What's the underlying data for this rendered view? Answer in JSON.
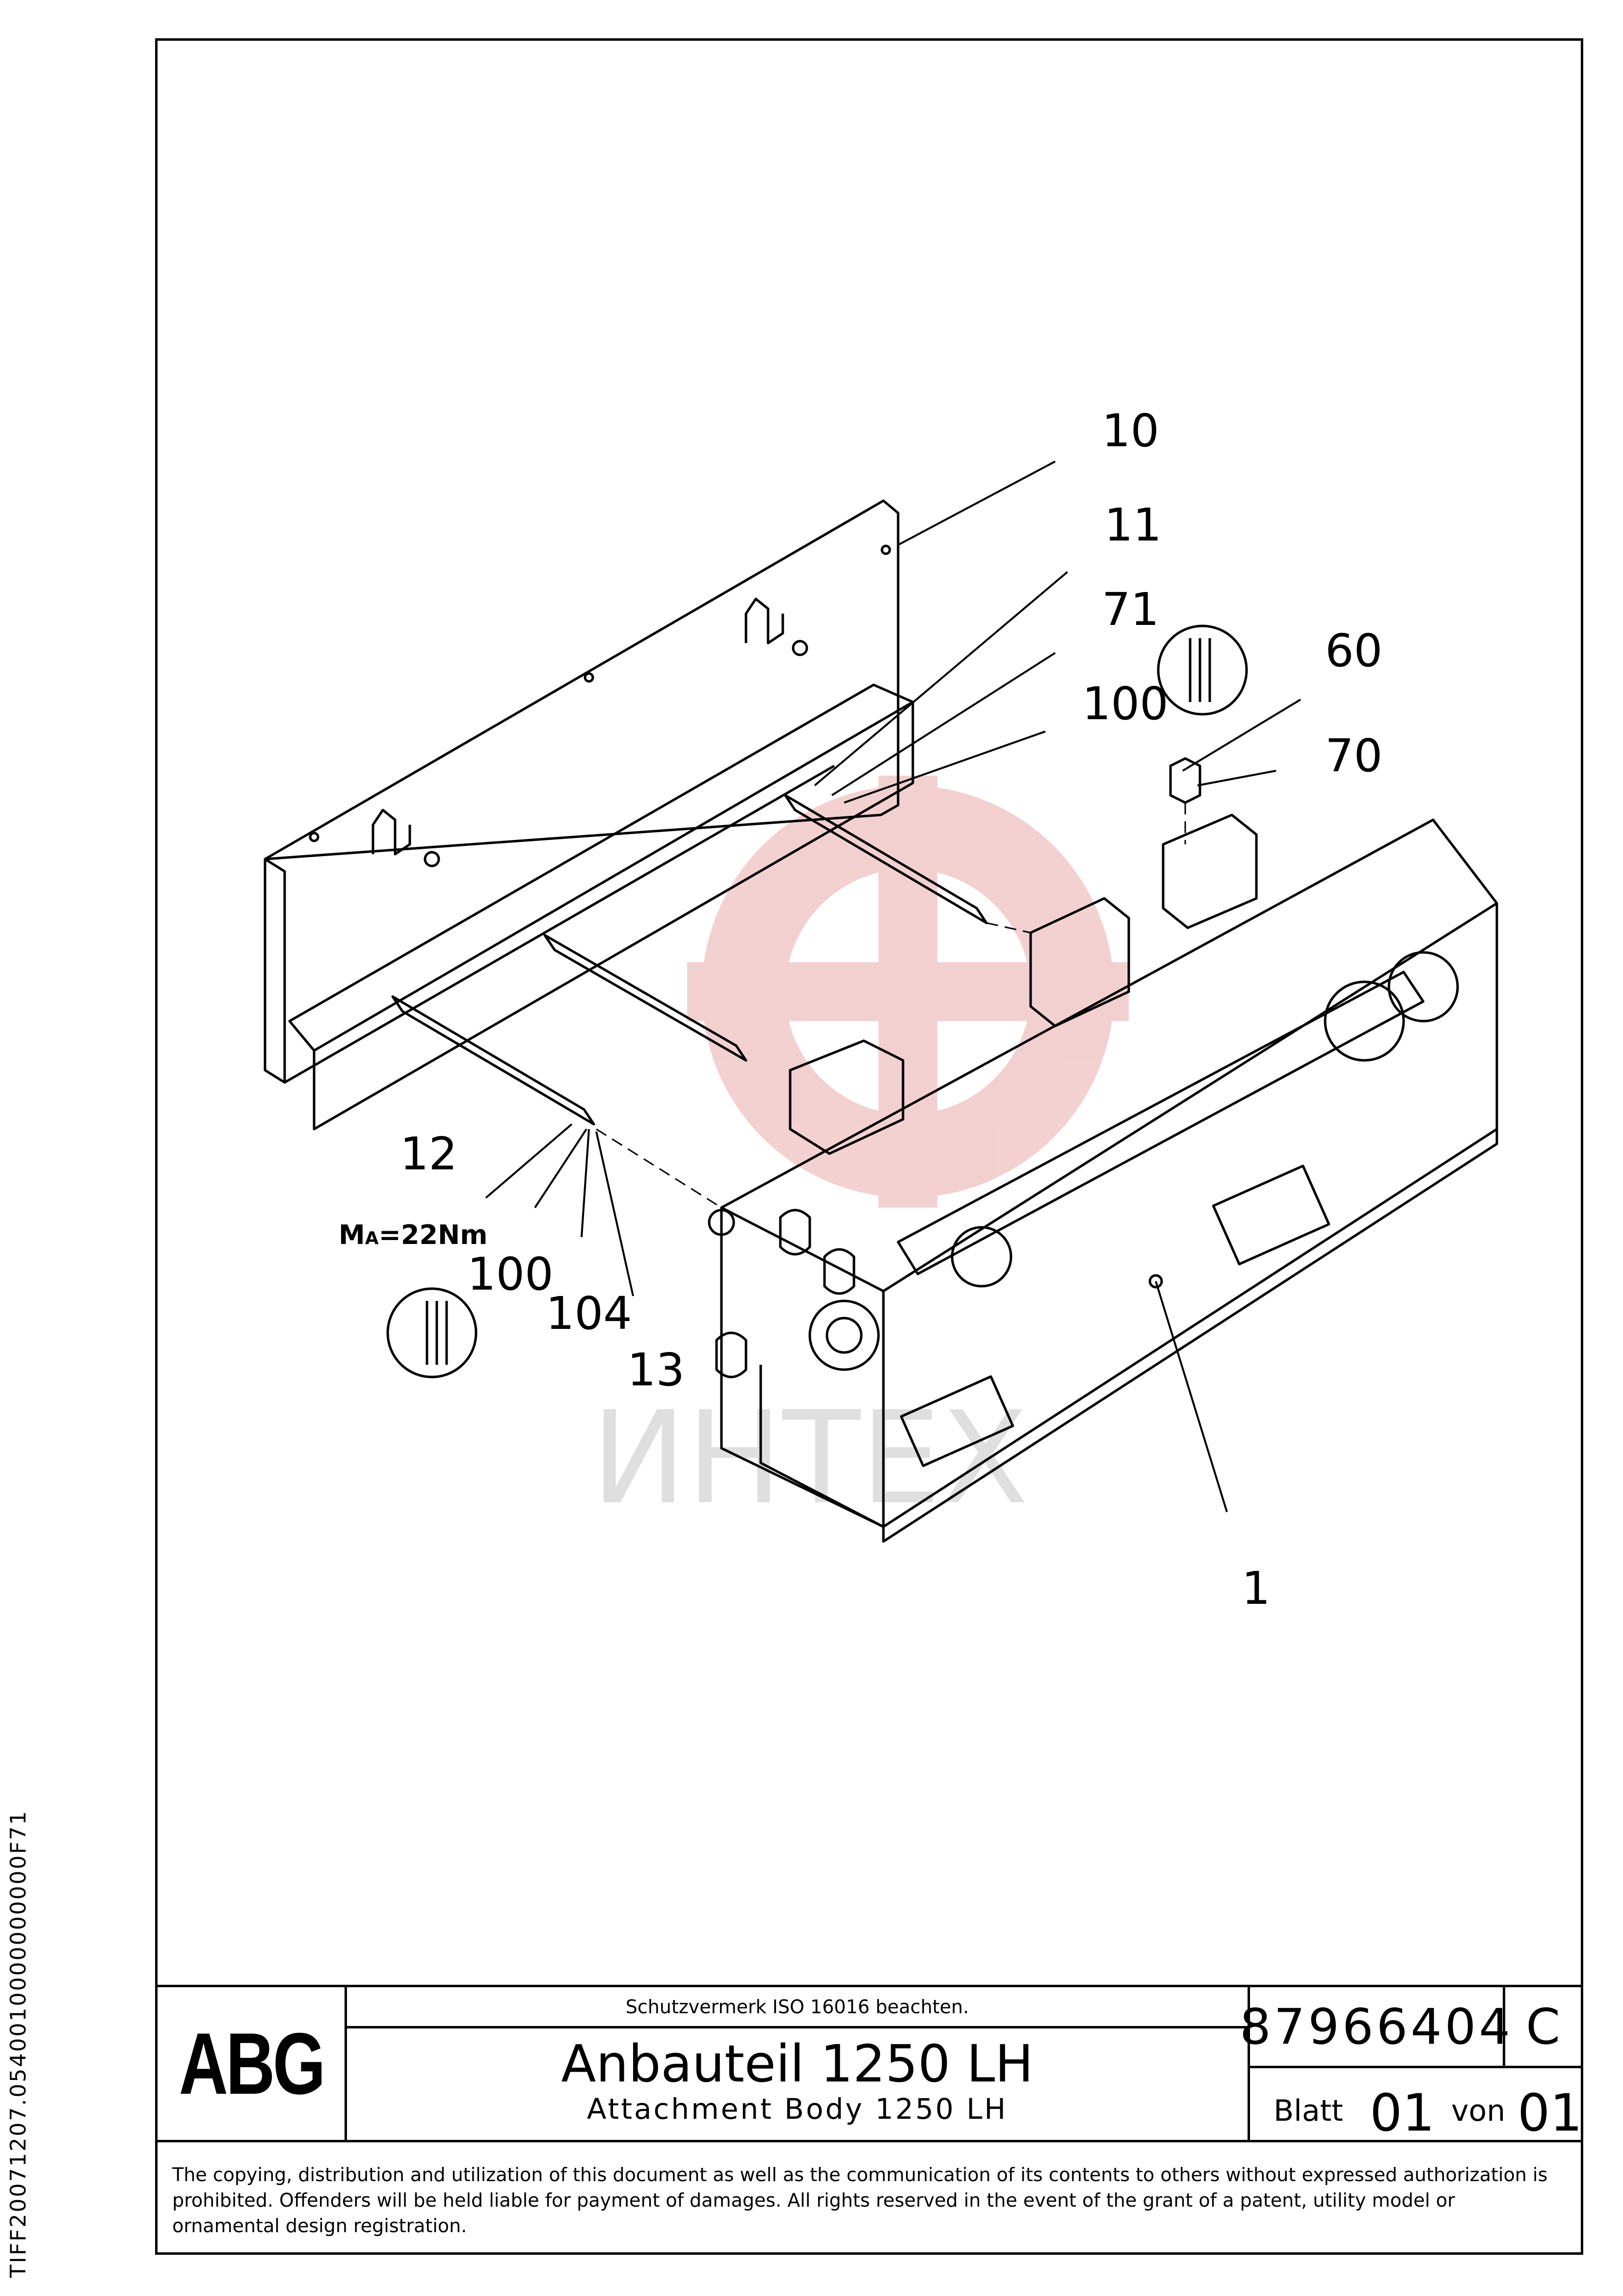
{
  "side_code": "TIFF20071207.0540010000000000F71",
  "callouts": [
    {
      "id": "c10",
      "label": "10"
    },
    {
      "id": "c11",
      "label": "11"
    },
    {
      "id": "c71",
      "label": "71"
    },
    {
      "id": "c100a",
      "label": "100"
    },
    {
      "id": "c60",
      "label": "60"
    },
    {
      "id": "c70",
      "label": "70"
    },
    {
      "id": "c12",
      "label": "12"
    },
    {
      "id": "c100b",
      "label": "100"
    },
    {
      "id": "c104",
      "label": "104"
    },
    {
      "id": "c13",
      "label": "13"
    },
    {
      "id": "c1",
      "label": "1"
    }
  ],
  "torque": {
    "m": "M",
    "sub": "A",
    "rest": "=22Nm"
  },
  "watermark_text": "ИНТЕХ",
  "title_block": {
    "logo": "ABG",
    "protection_notice": "Schutzvermerk ISO 16016 beachten.",
    "title_de": "Anbauteil 1250 LH",
    "title_en": "Attachment Body 1250 LH",
    "drawing_number": "87966404",
    "revision": "C",
    "sheet_label": "Blatt",
    "sheet_number": "01",
    "of_label": "von",
    "sheet_total": "01"
  },
  "copyright_text": "The copying, distribution and utilization of this document as well as the communication of its contents to others without expressed authorization is prohibited. Offenders will be held liable for payment of damages. All rights reserved in the event of the grant of a patent, utility model or ornamental design registration."
}
